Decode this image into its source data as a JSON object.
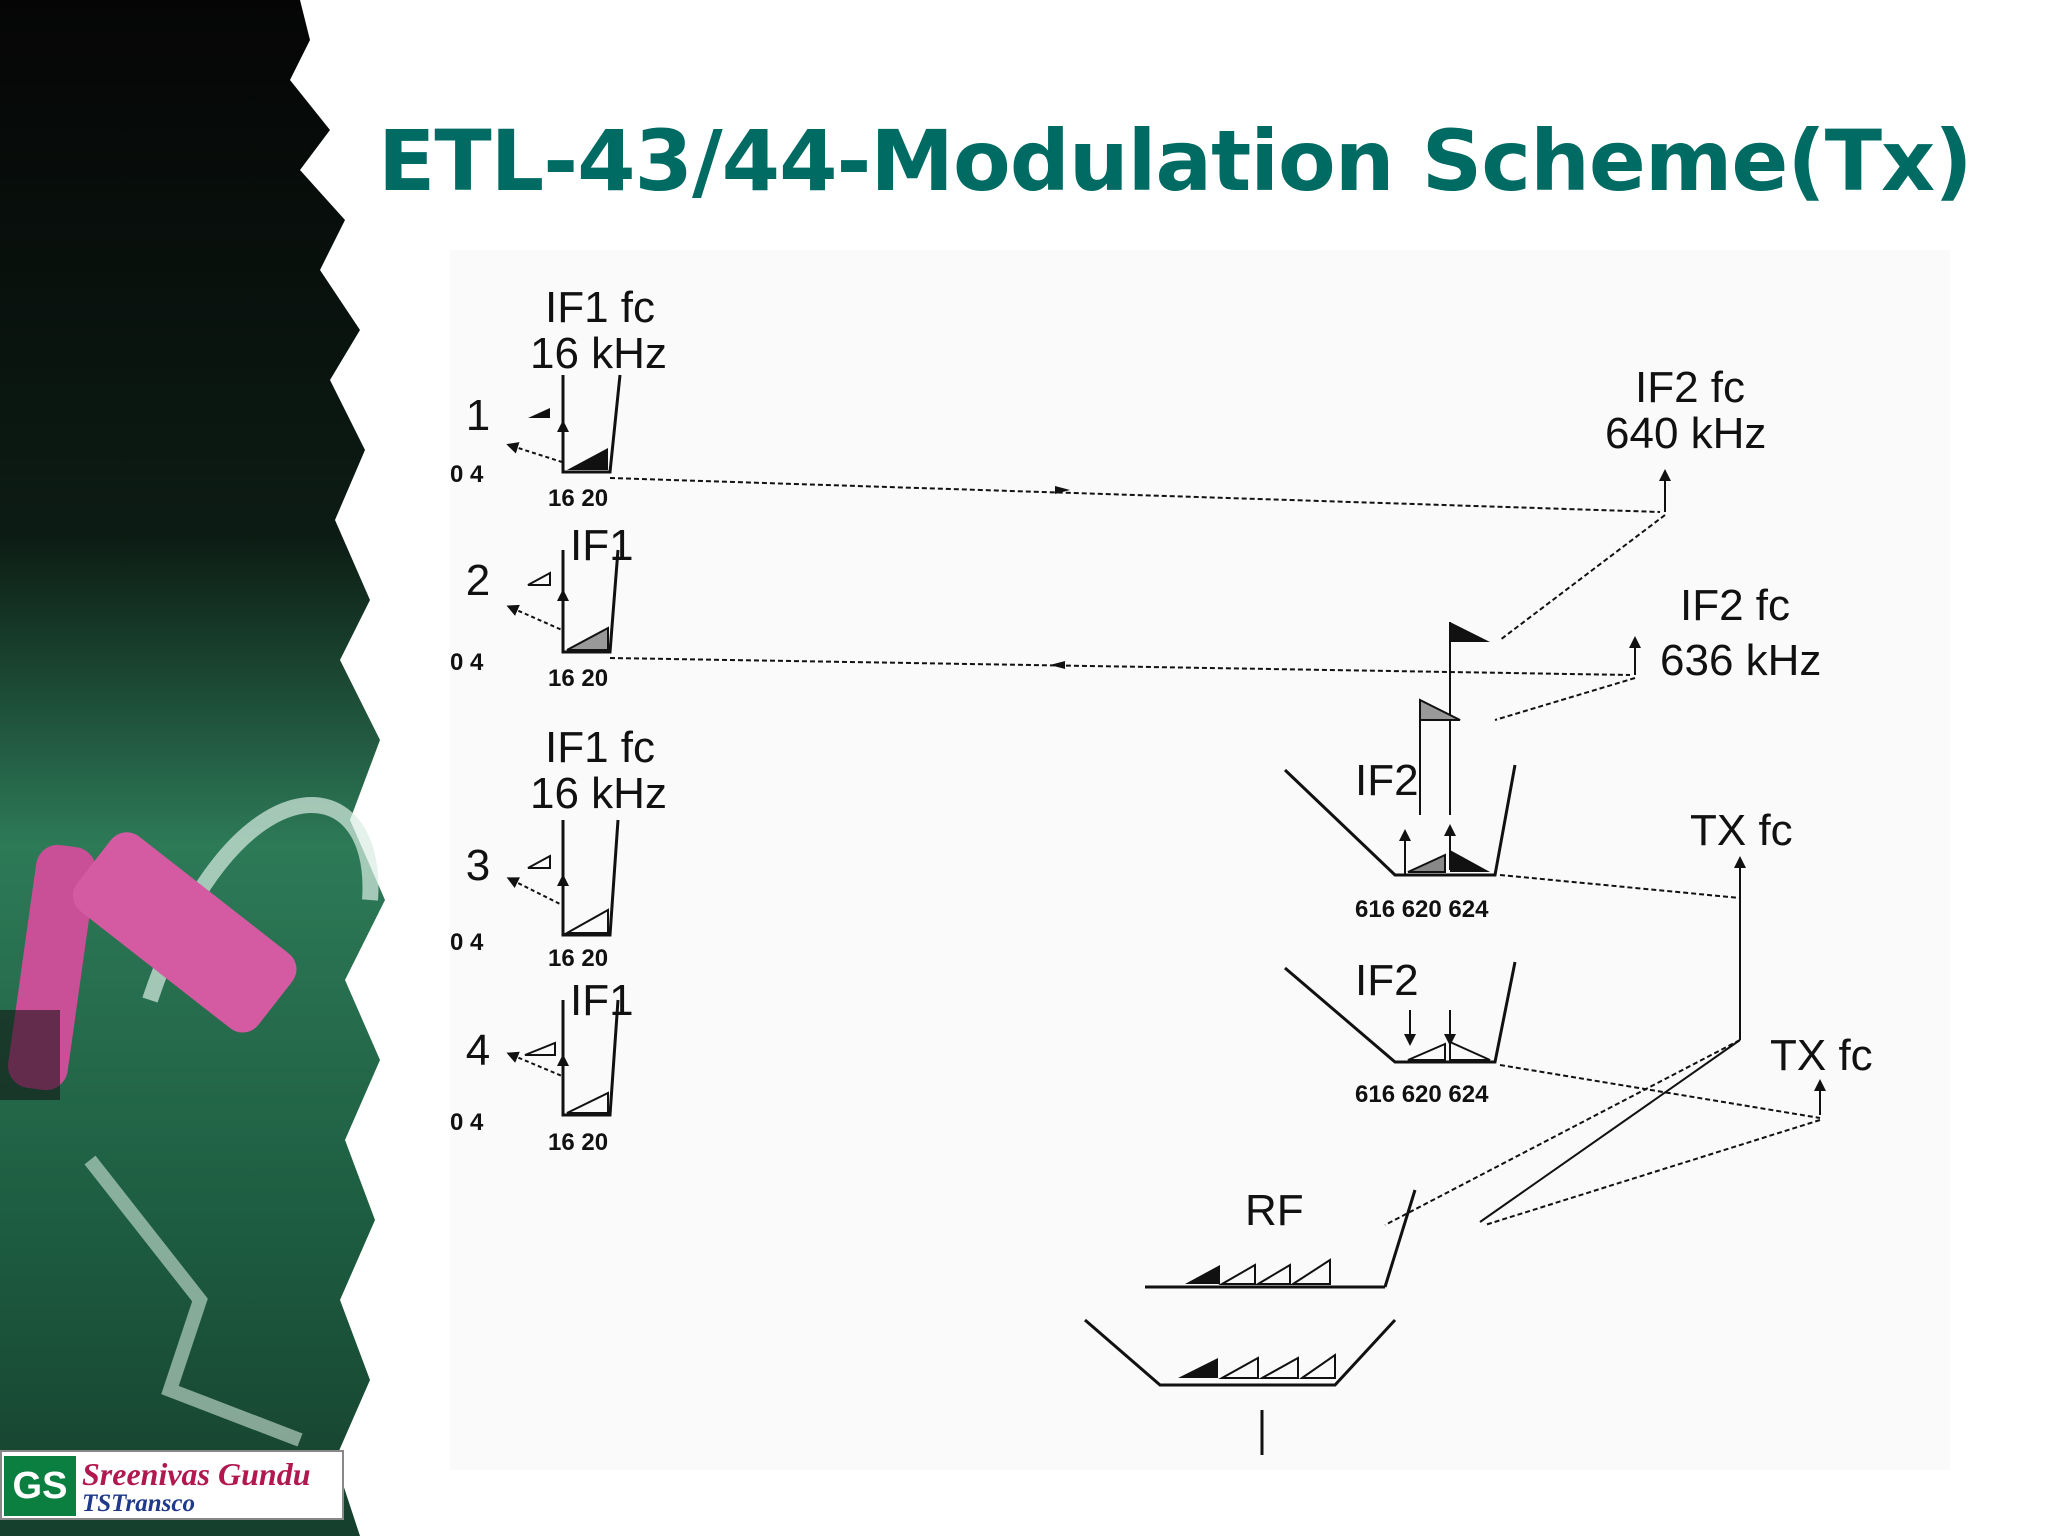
{
  "slide": {
    "title": "ETL-43/44-Modulation Scheme(Tx)"
  },
  "colors": {
    "title": "#006b63",
    "board": "#1e5a40",
    "chalk": "#c94f96"
  },
  "diagram": {
    "channels": [
      {
        "label": "CH 1",
        "if_label": "IF1 fc",
        "if_freq": "16 kHz",
        "base_ticks": "0  4",
        "if_ticks": "16  20"
      },
      {
        "label": "CH 2",
        "if_label": "IF1",
        "if_freq": "",
        "base_ticks": "0  4",
        "if_ticks": "16  20"
      },
      {
        "label": "CH 3",
        "if_label": "IF1 fc",
        "if_freq": "16 kHz",
        "base_ticks": "0  4",
        "if_ticks": "16  20"
      },
      {
        "label": "CH 4",
        "if_label": "IF1",
        "if_freq": "",
        "base_ticks": "0  4",
        "if_ticks": "16  20"
      }
    ],
    "if2_upper": {
      "label": "IF2 fc",
      "freq": "640 kHz"
    },
    "if2_lower": {
      "label": "IF2 fc",
      "freq": "636 kHz"
    },
    "if2_block_a": {
      "label": "IF2",
      "ticks": "616 620 624"
    },
    "if2_block_b": {
      "label": "IF2",
      "ticks": "616 620 624"
    },
    "tx_fc_a": "TX fc",
    "tx_fc_b": "TX fc",
    "rf_label": "RF"
  },
  "badge": {
    "initials": "GS",
    "name": "Sreenivas Gundu",
    "org": "TSTransco"
  }
}
